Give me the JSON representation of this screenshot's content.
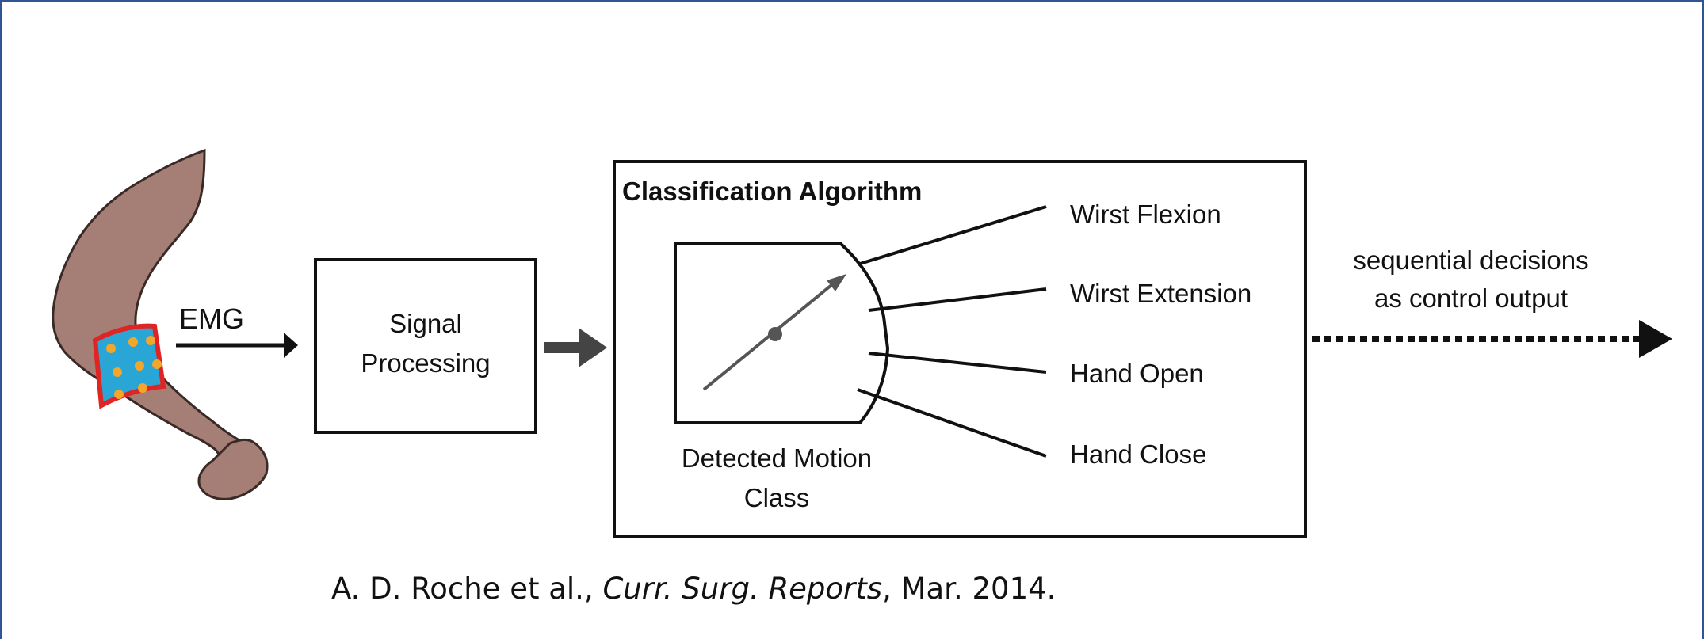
{
  "diagram": {
    "emg_label": "EMG",
    "signal_processing": {
      "line1": "Signal",
      "line2": "Processing"
    },
    "classifier": {
      "title": "Classification Algorithm",
      "detected_line1": "Detected Motion",
      "detected_line2": "Class",
      "outputs": [
        "Wirst Flexion",
        "Wirst Extension",
        "Hand Open",
        "Hand Close"
      ]
    },
    "control_output": {
      "line1": "sequential decisions",
      "line2": "as control output"
    }
  },
  "citation": {
    "authors": "A. D. Roche et al., ",
    "journal": "Curr. Surg. Reports",
    "date": ", Mar. 2014."
  },
  "colors": {
    "skin": "#a57e75",
    "band": "#2aa6d6",
    "band_border": "#e02424",
    "electrode": "#f2a62a",
    "frame": "#2f5597",
    "ink": "#111111"
  }
}
